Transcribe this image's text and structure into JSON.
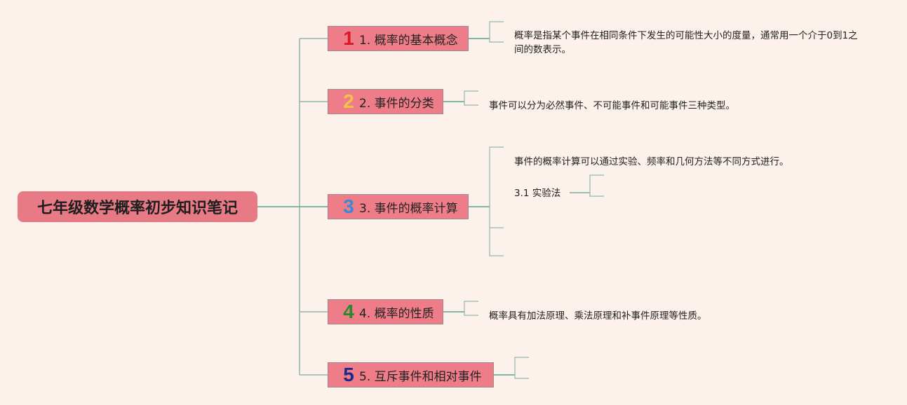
{
  "root": {
    "title": "七年级数学概率初步知识笔记"
  },
  "branches": [
    {
      "number": "1",
      "label": "1. 概率的基本概念",
      "number_color": "#d8192a",
      "notes": [
        "概率是指某个事件在相同条件下发生的可能性大小的度量，通常用一个介于0到1之间的数表示。"
      ]
    },
    {
      "number": "2",
      "label": "2. 事件的分类",
      "number_color": "#f0c24a",
      "notes": [
        "事件可以分为必然事件、不可能事件和可能事件三种类型。"
      ]
    },
    {
      "number": "3",
      "label": "3. 事件的概率计算",
      "number_color": "#3a8ad8",
      "notes": [
        "事件的概率计算可以通过实验、频率和几何方法等不同方式进行。"
      ],
      "sub_items": [
        "3.1 实验法"
      ]
    },
    {
      "number": "4",
      "label": "4. 概率的性质",
      "number_color": "#2a8a2a",
      "notes": [
        "概率具有加法原理、乘法原理和补事件原理等性质。"
      ]
    },
    {
      "number": "5",
      "label": "5. 互斥事件和相对事件",
      "number_color": "#1e2a8a",
      "notes": []
    }
  ],
  "colors": {
    "line": "#5f9f8a",
    "line_light": "#8fb8ab",
    "branch_fill": "#ee7d89",
    "root_fill": "#e87a86",
    "background": "#fdf1ec"
  }
}
